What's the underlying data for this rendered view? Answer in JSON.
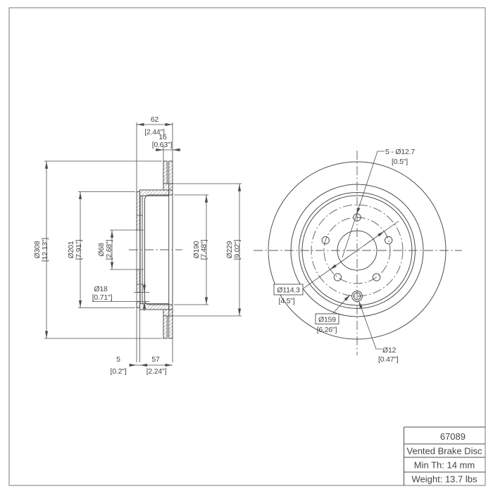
{
  "colors": {
    "line": "#4d4d4d",
    "text": "#454545",
    "background": "#ffffff"
  },
  "section_view": {
    "width_total_mm": "62",
    "width_total_in": "[2.44\"]",
    "disc_thickness_mm": "16",
    "disc_thickness_in": "[0.63\"]",
    "outer_diameter_mm": "Ø308",
    "outer_diameter_in": "[12.13\"]",
    "hat_diameter_mm": "Ø201",
    "hat_diameter_in": "[7.91\"]",
    "center_bore_mm": "Ø68",
    "center_bore_in": "[2.68\"]",
    "screw_boss_mm": "Ø18",
    "screw_boss_in": "[0.71\"]",
    "inner_diameter_mm": "Ø190",
    "inner_diameter_in": "[7.48\"]",
    "step_diameter_mm": "Ø229",
    "step_diameter_in": "[9.02\"]",
    "flange_thickness_mm": "5",
    "flange_thickness_in": "[0.2\"]",
    "hat_depth_mm": "57",
    "hat_depth_in": "[2.24\"]"
  },
  "front_view": {
    "bolt_holes_mm": "5 - Ø12.7",
    "bolt_holes_in": "[0.5\"]",
    "bolt_circle_mm": "Ø114.3",
    "bolt_circle_in": "[4.5\"]",
    "set_screw_circle_mm": "Ø159",
    "set_screw_circle_in": "[6.26\"]",
    "set_screw_mm": "Ø12",
    "set_screw_in": "[0.47\"]"
  },
  "info_table": {
    "part_number": "67089",
    "description": "Vented Brake Disc",
    "min_thickness": "Min Th: 14 mm",
    "weight": "Weight: 13.7 lbs"
  }
}
